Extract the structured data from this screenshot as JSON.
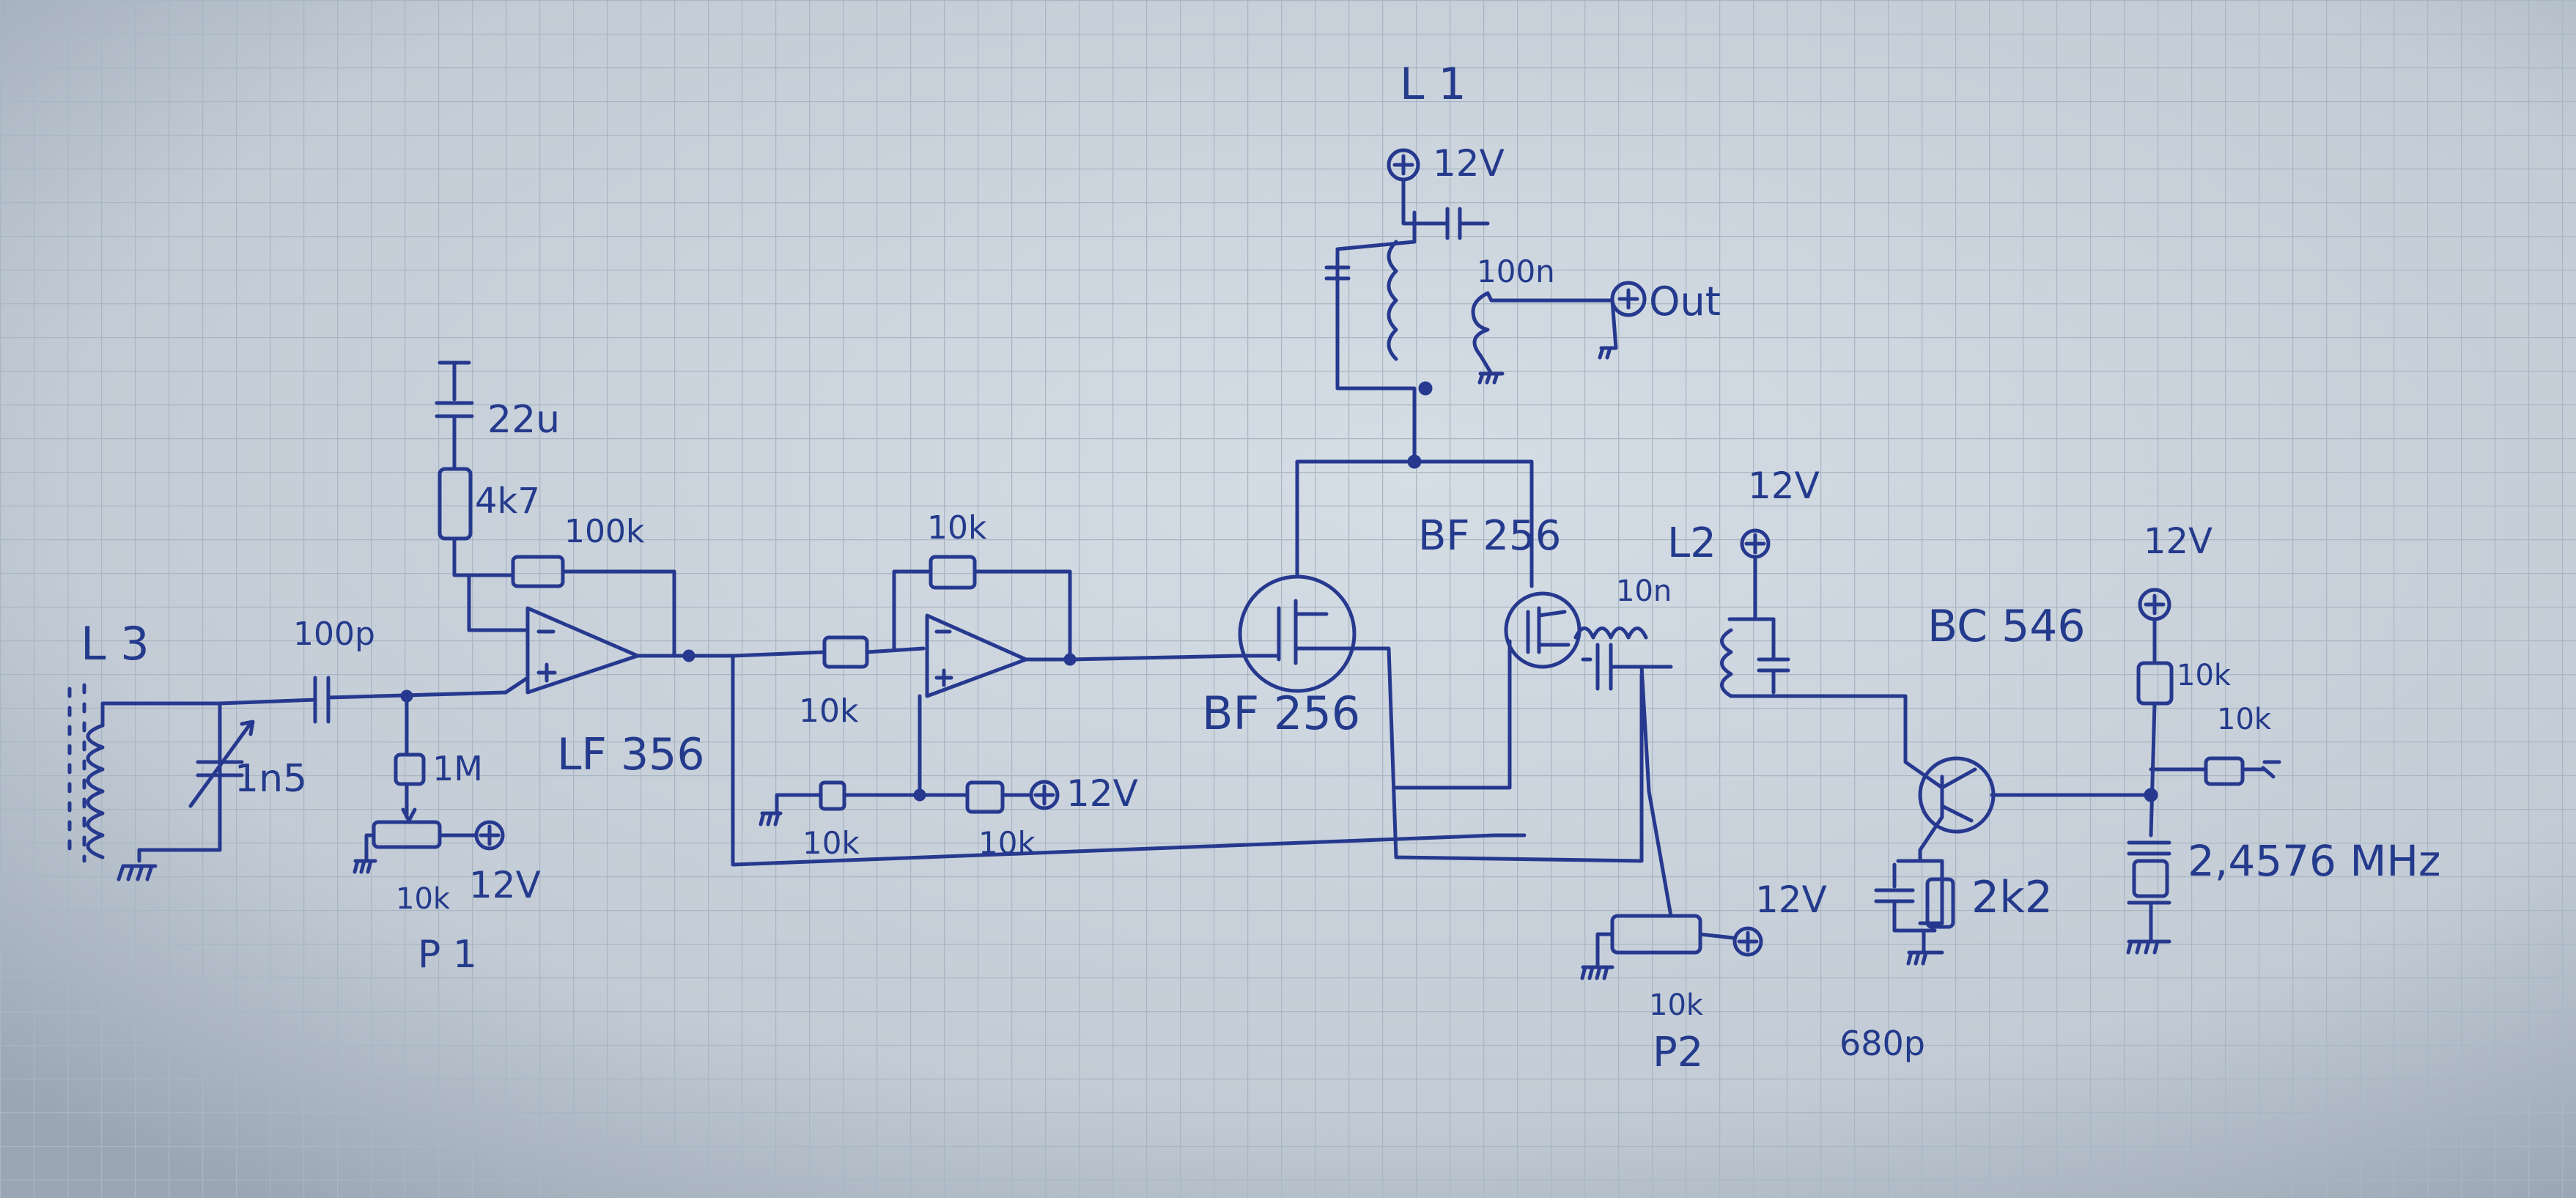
{
  "colors": {
    "ink": "#26398f",
    "paper": "#c9d2db",
    "grid": "#a9b6c3"
  },
  "labels": {
    "l1": "L 1",
    "l1_supply": "12V",
    "l1_cap": "100n",
    "out": "Out",
    "l3": "L 3",
    "c_in": "100p",
    "trim_cap": "1n5",
    "r_1m": "1M",
    "p1_value": "10k",
    "p1_supply": "12V",
    "p1_name": "P 1",
    "c_22u": "22u",
    "r_4k7": "4k7",
    "r_100k": "100k",
    "op1": "LF 356",
    "r_10k_fb": "10k",
    "r_10k_in": "10k",
    "r_10k_bias1": "10k",
    "r_10k_bias2": "10k",
    "bias_supply": "12V",
    "q1": "BF 256",
    "q2": "BF 256",
    "l2": "L2",
    "l2_supply": "12V",
    "c_10n": "10n",
    "p2_supply": "12V",
    "p2_value": "10k",
    "p2_name": "P2",
    "q3": "BC 546",
    "osc_supply": "12V",
    "r_osc1": "10k",
    "r_osc2": "10k",
    "r_2k2": "2k2",
    "c_680p": "680p",
    "xtal": "2,4576 MHz"
  },
  "icons": [
    "ground-symbol",
    "plus-supply-symbol",
    "resistor-symbol",
    "capacitor-symbol",
    "coil-symbol",
    "transistor-symbol",
    "opamp-symbol",
    "potentiometer-symbol",
    "crystal-symbol"
  ]
}
